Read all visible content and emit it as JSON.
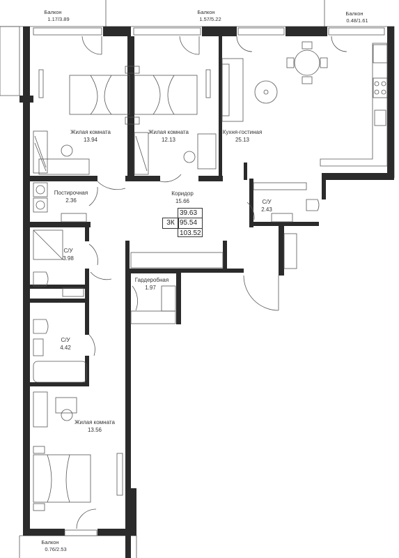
{
  "rooms": [
    {
      "id": "living1",
      "name": "Жилая комната",
      "area": "13.94"
    },
    {
      "id": "living2",
      "name": "Жилая комната",
      "area": "12.13"
    },
    {
      "id": "kitchen",
      "name": "Кухня-гостиная",
      "area": "25.13"
    },
    {
      "id": "corridor",
      "name": "Коридор",
      "area": "15.66"
    },
    {
      "id": "laundry",
      "name": "Постирочная",
      "area": "2.36"
    },
    {
      "id": "bath1",
      "name": "С/У",
      "area": "3.98"
    },
    {
      "id": "bath2",
      "name": "С/У",
      "area": "4.42"
    },
    {
      "id": "bath3",
      "name": "С/У",
      "area": "2.43"
    },
    {
      "id": "wardrobe",
      "name": "Гардеробная",
      "area": "1.97"
    },
    {
      "id": "living3",
      "name": "Жилая комната",
      "area": "13.56"
    }
  ],
  "balconies": [
    {
      "id": "balc1",
      "name": "Балкон",
      "area": "1.17/3.89"
    },
    {
      "id": "balc2",
      "name": "Балкон",
      "area": "1.57/5.22"
    },
    {
      "id": "balc3",
      "name": "Балкон",
      "area": "0.48/1.61"
    },
    {
      "id": "balc4",
      "name": "Балкон",
      "area": "0.76/2.53"
    }
  ],
  "summary": {
    "rooms_label": "3К",
    "living_area": "39.63",
    "total_area": "95.54",
    "full_area": "103.52"
  },
  "colors": {
    "wall": "#2b2b2b",
    "window": "#ffffff",
    "line": "#555555"
  }
}
